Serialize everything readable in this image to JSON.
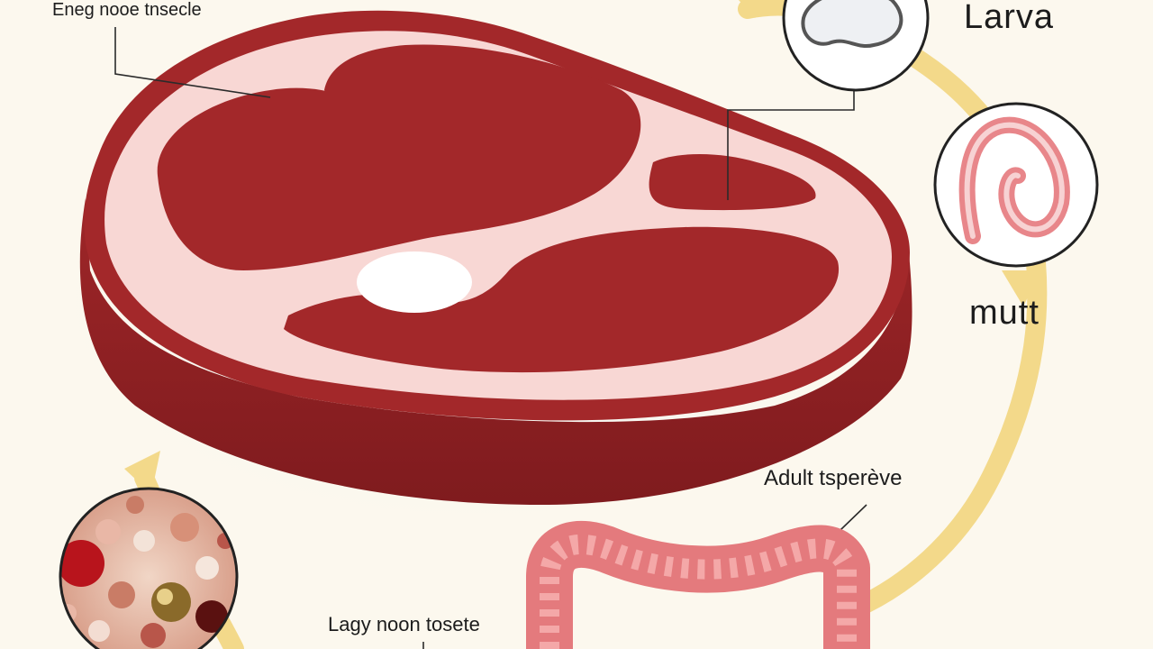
{
  "labels": {
    "top_left": "Eneg nooe tnsecle",
    "larva": "Larva",
    "mutt": "mutt",
    "adult": "Adult tsperève",
    "bottom": "Lagy noon tosete"
  },
  "colors": {
    "background": "#fcf8ee",
    "meat_red": "#a3282a",
    "meat_dark": "#8a1f22",
    "fat_pink": "#f8d7d4",
    "cycle_arrow": "#f3d98a",
    "intestine": "#e47a7d",
    "leader_line": "#2b2b2b"
  }
}
